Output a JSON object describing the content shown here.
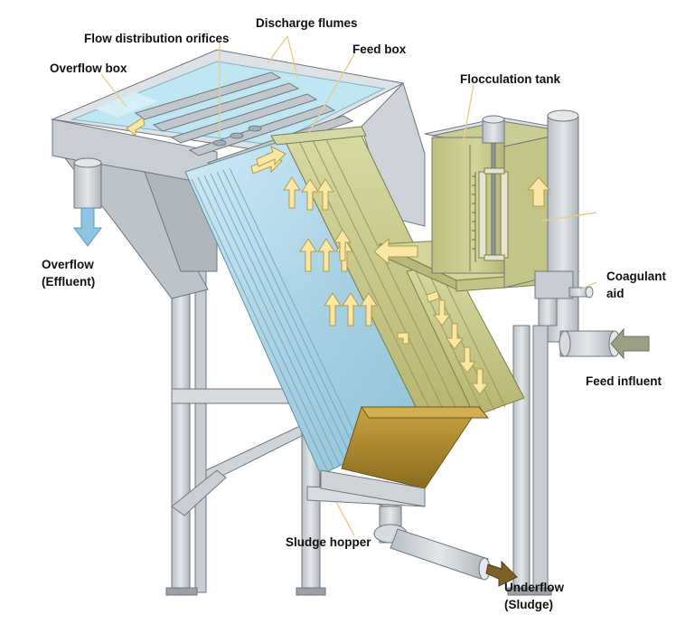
{
  "labels": {
    "flow_distribution_orifices": "Flow distribution orifices",
    "discharge_flumes": "Discharge flumes",
    "feed_box": "Feed box",
    "overflow_box": "Overflow box",
    "flocculation_tank": "Flocculation tank",
    "overflow_line1": "Overflow",
    "overflow_line2": "(Effluent)",
    "coagulant_line1": "Coagulant",
    "coagulant_line2": "aid",
    "feed_influent": "Feed influent",
    "sludge_hopper": "Sludge hopper",
    "underflow_line1": "Underflow",
    "underflow_line2": "(Sludge)"
  },
  "colors": {
    "steel_light": "#dde2e6",
    "steel_mid": "#c3c9ce",
    "steel_dark": "#a3aab0",
    "water_blue": "#bfe6f3",
    "plate_blue": "#a9d3e6",
    "olive_water": "#c9c98e",
    "sludge_brown": "#b08a2c",
    "flow_arrow": "#fbe7a4",
    "effluent_arrow": "#8ec4e0",
    "influent_arrow": "#9aa084",
    "sludge_arrow": "#7d6226"
  }
}
